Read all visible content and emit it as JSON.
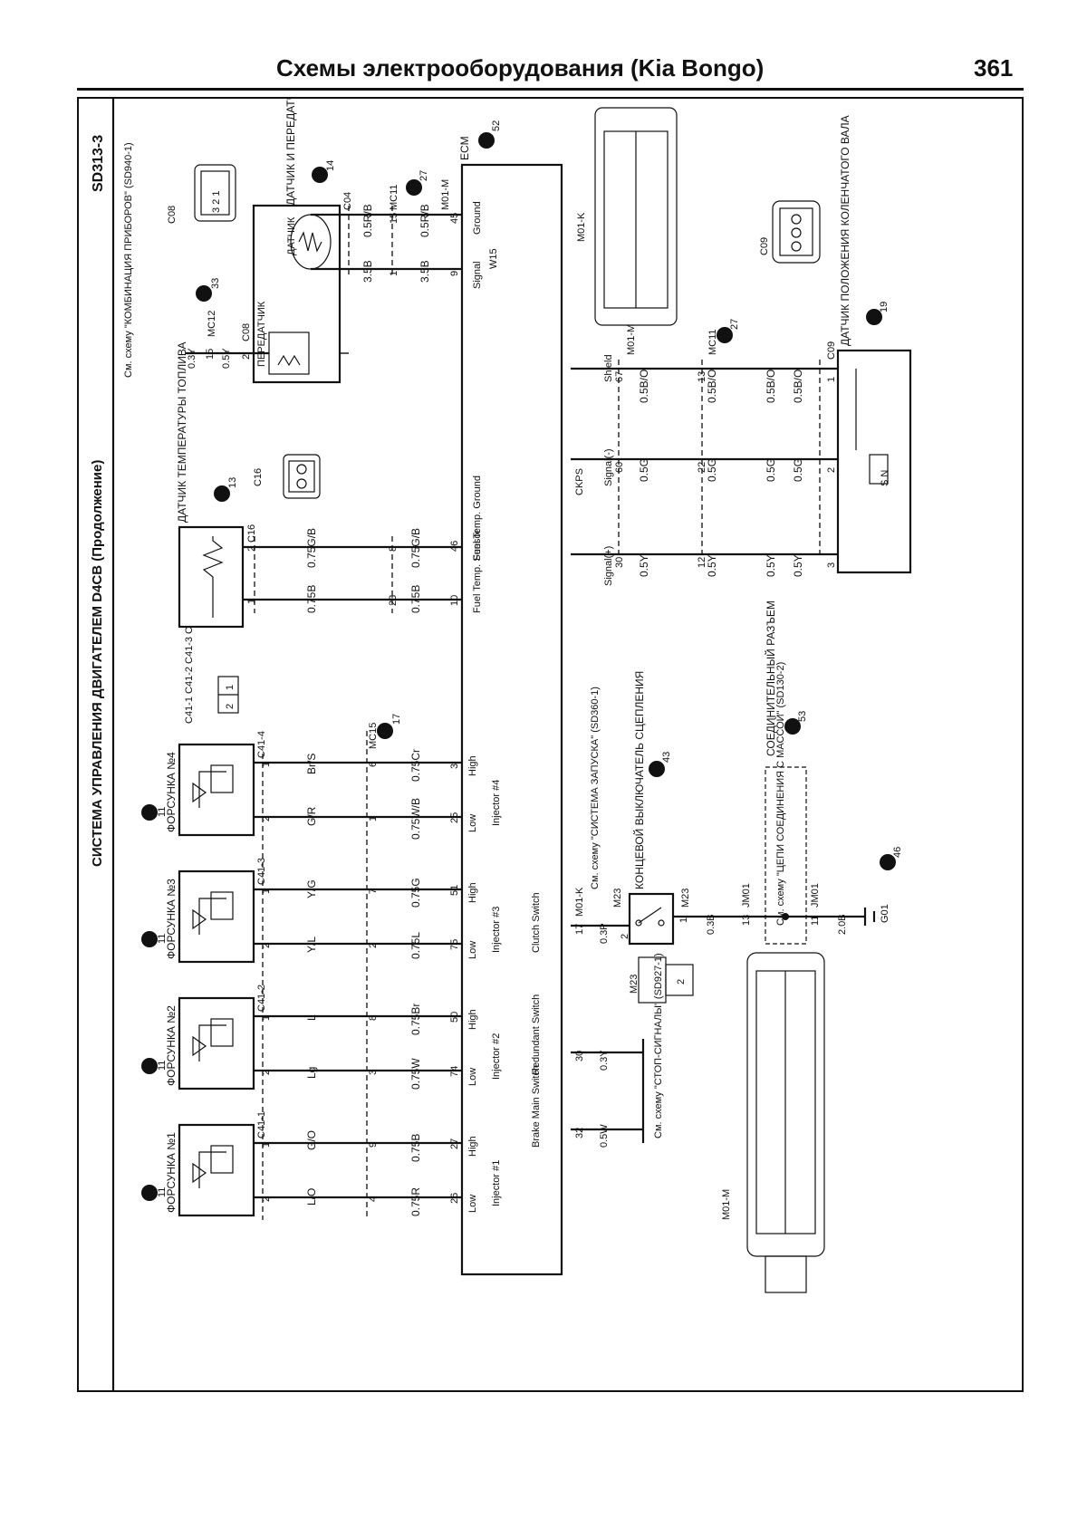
{
  "header": {
    "title": "Схемы электрооборудования (Kia Bongo)",
    "page_number": "361"
  },
  "diagram": {
    "page_code": "SD313-3",
    "title": "СИСТЕМА УПРАВЛЕНИЯ ДВИГАТЕЛЕМ D4CB (Продолжение)",
    "ecm_label": "ECM",
    "ecm_ref": "52",
    "injectors": [
      {
        "name": "ФОРСУНКА №1",
        "ref": "11",
        "connector": "C41-1",
        "wire_low": "L/O",
        "wire_high": "G/O",
        "pin_low": "2",
        "pin_high": "1",
        "mc_low": "4",
        "mc_high": "9",
        "ecm_wire_low": "0.75R",
        "ecm_wire_high": "0.75B",
        "ecm_pin_low": "26",
        "ecm_pin_high": "27",
        "signal": "Injector #1"
      },
      {
        "name": "ФОРСУНКА №2",
        "ref": "11",
        "connector": "C41-2",
        "wire_low": "Lg",
        "wire_high": "L",
        "pin_low": "2",
        "pin_high": "1",
        "mc_low": "3",
        "mc_high": "8",
        "ecm_wire_low": "0.75W",
        "ecm_wire_high": "0.75Br",
        "ecm_pin_low": "74",
        "ecm_pin_high": "50",
        "signal": "Injector #2"
      },
      {
        "name": "ФОРСУНКА №3",
        "ref": "11",
        "connector": "C41-3",
        "wire_low": "Y/L",
        "wire_high": "Y/G",
        "pin_low": "2",
        "pin_high": "1",
        "mc_low": "2",
        "mc_high": "7",
        "ecm_wire_low": "0.75L",
        "ecm_wire_high": "0.75G",
        "ecm_pin_low": "75",
        "ecm_pin_high": "51",
        "signal": "Injector #3"
      },
      {
        "name": "ФОРСУНКА №4",
        "ref": "11",
        "connector": "C41-4",
        "wire_low": "G/R",
        "wire_high": "Br/S",
        "pin_low": "2",
        "pin_high": "1",
        "mc_low": "1",
        "mc_high": "6",
        "ecm_wire_low": "0.75W/B",
        "ecm_wire_high": "0.75Cr",
        "ecm_pin_low": "25",
        "ecm_pin_high": "3",
        "signal": "Injector #4"
      }
    ],
    "injector_legend": {
      "labels": "C41-1 C41-2 C41-3 C41-4",
      "pin_left": "2",
      "pin_right": "1"
    },
    "low_label": "Low",
    "high_label": "High",
    "mc15": {
      "label": "MC15",
      "ref": "17"
    },
    "fuel_temp": {
      "name": "ДАТЧИК ТЕМПЕРАТУРЫ ТОПЛИВА",
      "ref": "13",
      "connector": "C16",
      "wire1": "0.75B",
      "wire2": "0.75G/B",
      "ecm_wire1": "0.75B",
      "ecm_wire2": "0.75G/B",
      "mc_pin1": "23",
      "mc_pin2": "8",
      "ecm_pin1": "10",
      "ecm_pin2": "46",
      "sig1": "Fuel Temp. Sensor",
      "sig2": "Fuel Temp. Ground",
      "pin1": "1",
      "pin2": "2"
    },
    "coolant": {
      "name": "ДАТЧИК И ПЕРЕДАТЧИК ТЕМПЕРАТУРЫ ОЖ",
      "ref": "14",
      "connector": "C04",
      "sender": "ПЕРЕДАТЧИК",
      "sensor": "ДАТЧИК",
      "note": "См. схему \"КОМБИНАЦИЯ ПРИБОРОВ\" (SD940-1)",
      "note_wire": "0.3Y",
      "mc12": "MC12",
      "mc12_pin": "15",
      "mc12_ref": "33",
      "wire_sender": "0.5Y",
      "c08": "C08",
      "c08_pin": "2",
      "wire_sig": "3.5B",
      "wire_gnd": "0.5R/B",
      "ecm_sig": "Signal",
      "ecm_gnd": "Ground",
      "ecm_pin_sig": "9",
      "ecm_pin_gnd": "45",
      "mc11": "MC11",
      "mc11_ref": "27",
      "mc11_pin_sig": "1",
      "mc11_pin_gnd": "15",
      "m01m": "M01-M",
      "w15": "W15"
    },
    "c08_conn": {
      "label": "C08",
      "pins": "3 2 1"
    },
    "c16_conn": {
      "label": "C16"
    },
    "ckp": {
      "name": "ДАТЧИК ПОЛОЖЕНИЯ КОЛЕНЧАТОГО ВАЛА",
      "ref": "19",
      "connector": "C09",
      "label": "CKPS",
      "m01m": "M01-M",
      "mc11": "MC11",
      "mc11_ref": "27",
      "pins_ecm": [
        "30",
        "60",
        "67"
      ],
      "pins_mc": [
        "12",
        "22",
        "13"
      ],
      "pins_sensor": [
        "3",
        "2",
        "1"
      ],
      "signals": [
        "Signal(+)",
        "Signal(-)",
        "Shield"
      ],
      "wires": [
        "0.5Y",
        "0.5G",
        "0.5B/O"
      ],
      "s_n": "S N"
    },
    "m01k_conn": {
      "label": "M01-K"
    },
    "c09_conn": {
      "label": "C09"
    },
    "switches": {
      "brake": {
        "label": "Brake Main Switch",
        "pin": "32",
        "wire": "0.5W"
      },
      "redundant": {
        "label": "Redundant Switch",
        "pin": "30",
        "wire": "0.3Y"
      },
      "stop_note": "См. схему \"СТОП-СИГНАЛЫ\" (SD927-1)",
      "clutch": {
        "label": "Clutch Switch",
        "pin": "17",
        "wire": "0.3P",
        "m01k": "M01-K"
      },
      "clutch_sw": {
        "name": "КОНЦЕВОЙ ВЫКЛЮЧАТЕЛЬ СЦЕПЛЕНИЯ",
        "ref": "43",
        "m23": "M23",
        "pin_top": "2",
        "pin_bot": "1",
        "note": "См. схему \"СИСТЕМА ЗАПУСКА\" (SD360-1)"
      },
      "m23_conn": {
        "label": "M23",
        "pin": "2"
      },
      "wire_038": "0.3B",
      "jm01": "JM01",
      "pin_13": "13",
      "pin_11": "11",
      "wire_2b": "2.0B",
      "ground": "G01",
      "ground_ref": "46",
      "splice": {
        "name": "СОЕДИНИТЕЛЬНЫЙ РАЗЪЕМ",
        "ref": "53",
        "note": "См. схему \"ЦЕПИ СОЕДИНЕНИЯ С МАССОЙ\" (SD130-2)"
      }
    },
    "m01m_conn": {
      "label": "M01-M"
    }
  }
}
